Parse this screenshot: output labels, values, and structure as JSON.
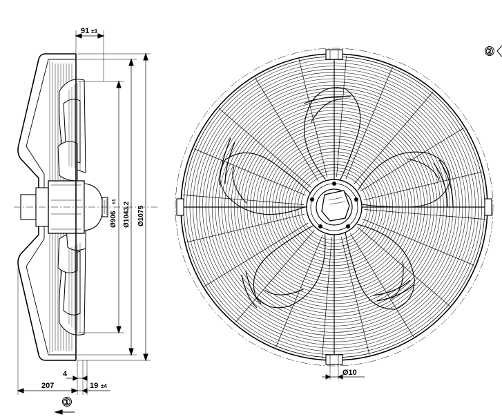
{
  "side_view": {
    "dim_top": {
      "value": "91",
      "tol": "±3"
    },
    "dim_ring": {
      "value": "Ø906",
      "tol": "±1"
    },
    "dim_guard_mid": {
      "value": "Ø1043.2"
    },
    "dim_guard_outer": {
      "value": "Ø1075"
    },
    "dim_width": {
      "value": "207"
    },
    "dim_small": {
      "value": "4"
    },
    "dim_bottom": {
      "value": "19",
      "tol": "±4"
    },
    "airflow_marker": "①"
  },
  "front_view": {
    "hole_dim": {
      "value": "Ø10"
    },
    "rotation_marker": "②"
  }
}
